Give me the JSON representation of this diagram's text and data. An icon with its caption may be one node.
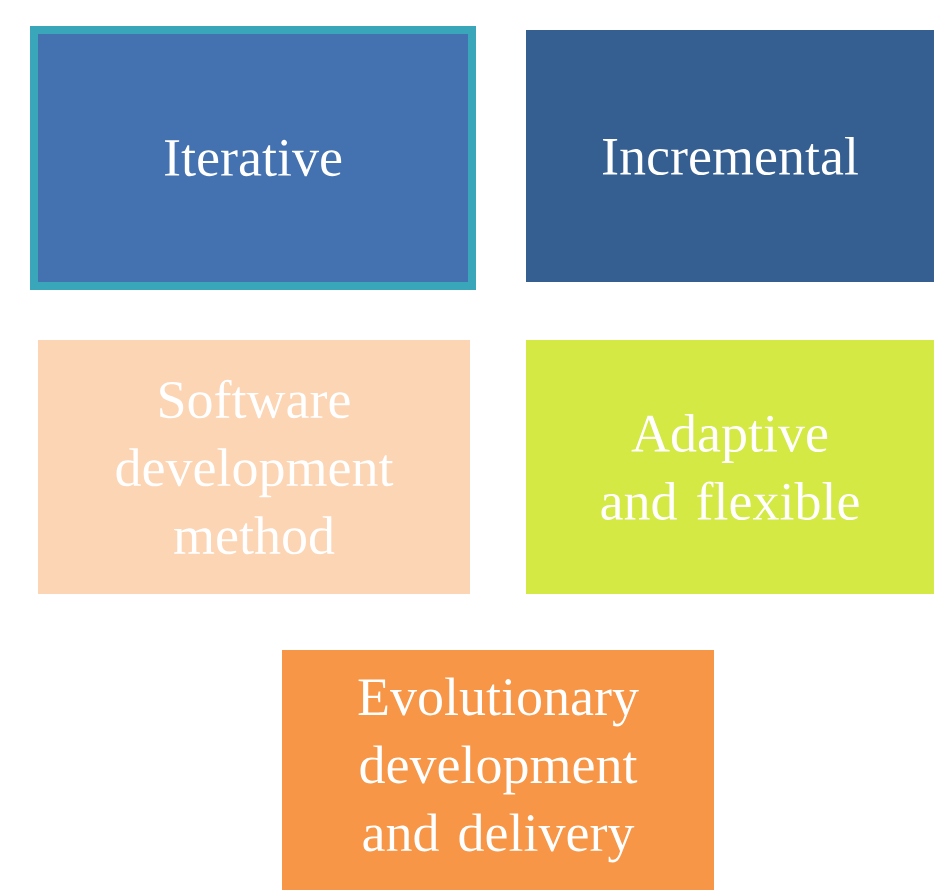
{
  "diagram": {
    "nodes": [
      {
        "text": [
          "Iterative"
        ]
      },
      {
        "text": [
          "Incremental"
        ]
      },
      {
        "text": [
          "Software development method"
        ]
      },
      {
        "text": [
          "Adaptive and flexible"
        ]
      },
      {
        "text": [
          "Evolutionary development and delivery"
        ]
      }
    ]
  }
}
